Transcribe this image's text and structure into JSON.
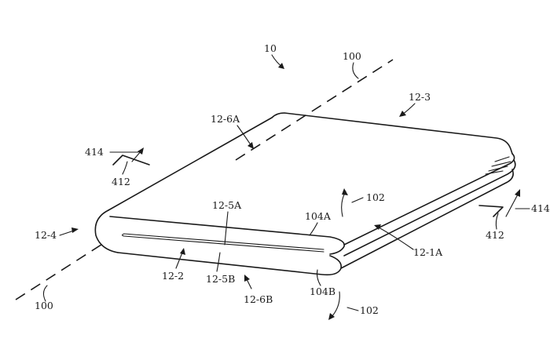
{
  "figure": {
    "ref_device": "10",
    "ref_axis_top": "100",
    "ref_axis_bottom": "100",
    "ref_edge_right": "12-3",
    "ref_top_face": "12-6A",
    "ref_bottom_face": "12-6B",
    "ref_left_end": "12-4",
    "ref_fold_front": "12-2",
    "ref_fold_right": "12-1A",
    "ref_upper_layer": "12-5A",
    "ref_lower_layer": "12-5B",
    "ref_upper_panel": "104A",
    "ref_lower_panel": "104B",
    "ref_rotation_upper": "102",
    "ref_rotation_lower": "102",
    "ref_direction_left": "414",
    "ref_direction_right": "414",
    "ref_plane_left": "412",
    "ref_plane_right": "412"
  }
}
